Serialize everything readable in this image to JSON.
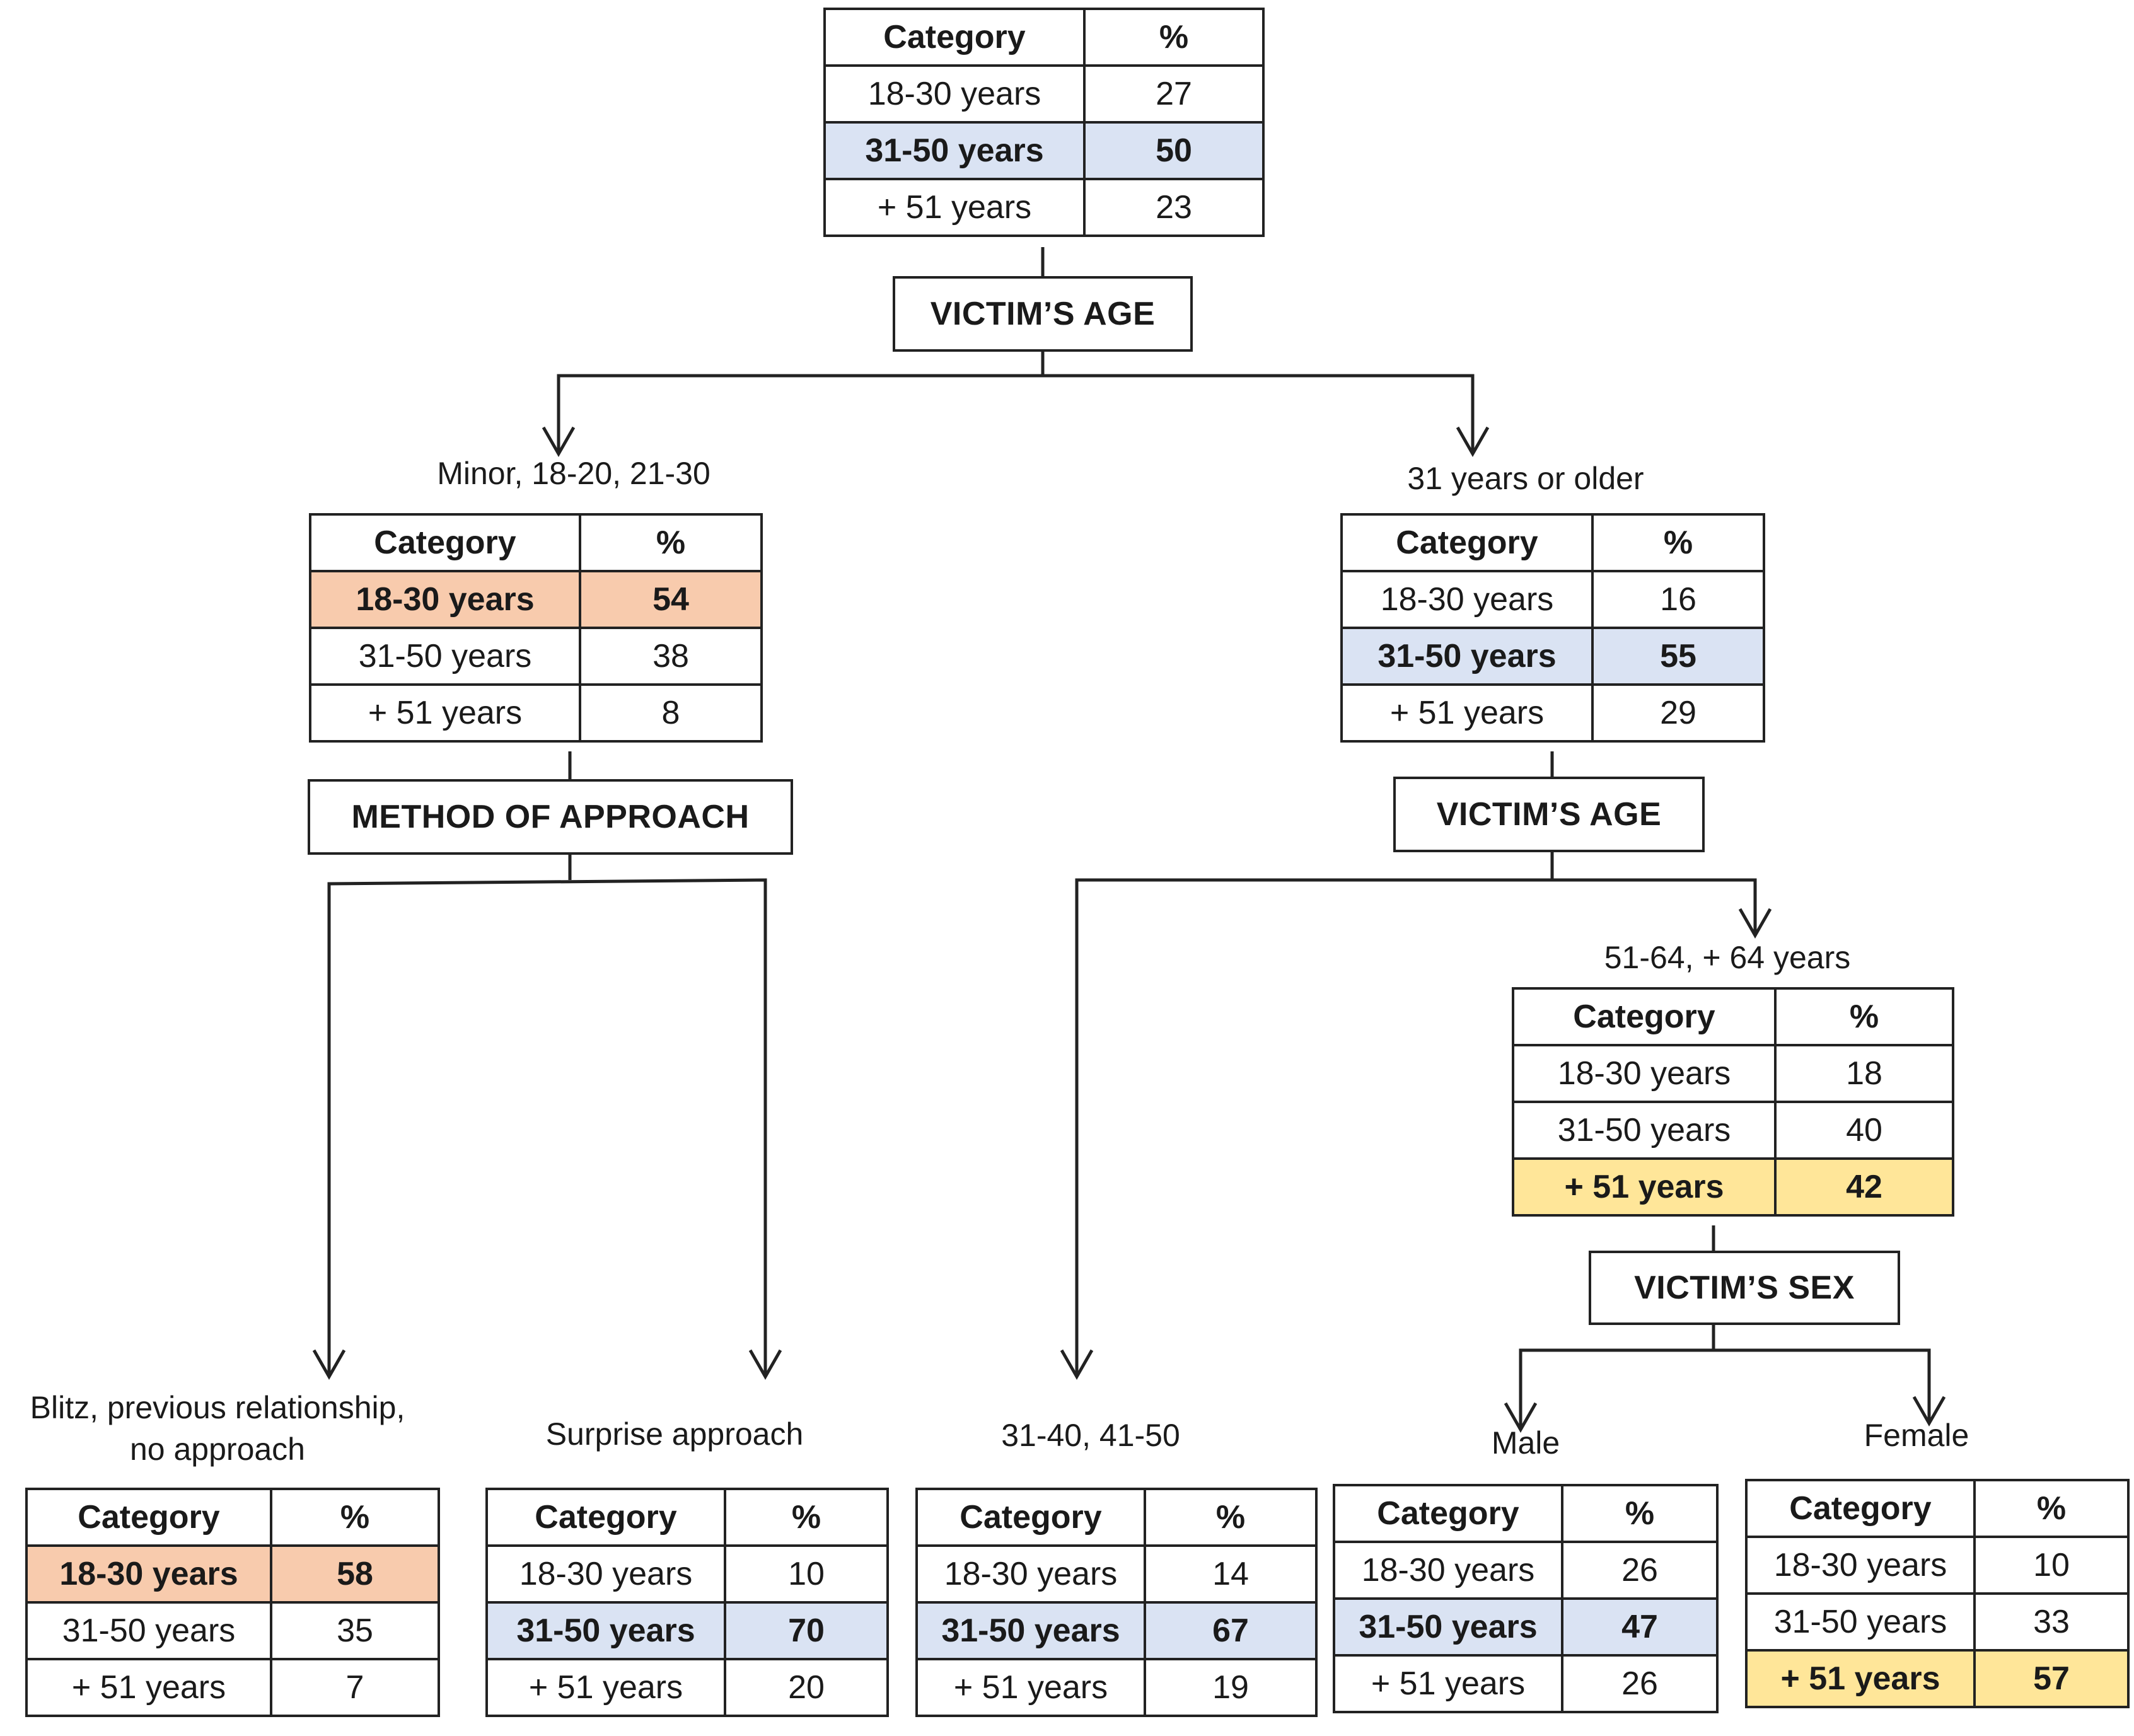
{
  "headers": {
    "category": "Category",
    "percent": "%"
  },
  "tables": {
    "root": [
      [
        "18-30 years",
        "27"
      ],
      [
        "31-50 years",
        "50"
      ],
      [
        "+ 51 years",
        "23"
      ]
    ],
    "left": [
      [
        "18-30 years",
        "54"
      ],
      [
        "31-50 years",
        "38"
      ],
      [
        "+ 51 years",
        "8"
      ]
    ],
    "right": [
      [
        "18-30 years",
        "16"
      ],
      [
        "31-50 years",
        "55"
      ],
      [
        "+ 51 years",
        "29"
      ]
    ],
    "old": [
      [
        "18-30 years",
        "18"
      ],
      [
        "31-50 years",
        "40"
      ],
      [
        "+ 51 years",
        "42"
      ]
    ],
    "blitz": [
      [
        "18-30 years",
        "58"
      ],
      [
        "31-50 years",
        "35"
      ],
      [
        "+ 51 years",
        "7"
      ]
    ],
    "surprise": [
      [
        "18-30 years",
        "10"
      ],
      [
        "31-50 years",
        "70"
      ],
      [
        "+ 51 years",
        "20"
      ]
    ],
    "mid": [
      [
        "18-30 years",
        "14"
      ],
      [
        "31-50 years",
        "67"
      ],
      [
        "+ 51 years",
        "19"
      ]
    ],
    "male": [
      [
        "18-30 years",
        "26"
      ],
      [
        "31-50 years",
        "47"
      ],
      [
        "+ 51 years",
        "26"
      ]
    ],
    "female": [
      [
        "18-30 years",
        "10"
      ],
      [
        "31-50 years",
        "33"
      ],
      [
        "+ 51 years",
        "57"
      ]
    ]
  },
  "nodes": {
    "root_split": "VICTIM’S AGE",
    "left_split": "METHOD OF APPROACH",
    "right_split": "VICTIM’S AGE",
    "old_split": "VICTIM’S SEX"
  },
  "branch_labels": {
    "left": "Minor, 18-20, 21-30",
    "right": "31 years or older",
    "old": "51-64, + 64 years",
    "blitz": "Blitz, previous relationship,\nno approach",
    "surprise": "Surprise approach",
    "mid": "31-40, 41-50",
    "male": "Male",
    "female": "Female"
  },
  "highlight_colors": {
    "blue": "#dae3f3",
    "orange": "#f8cbad",
    "yellow": "#ffe699"
  }
}
